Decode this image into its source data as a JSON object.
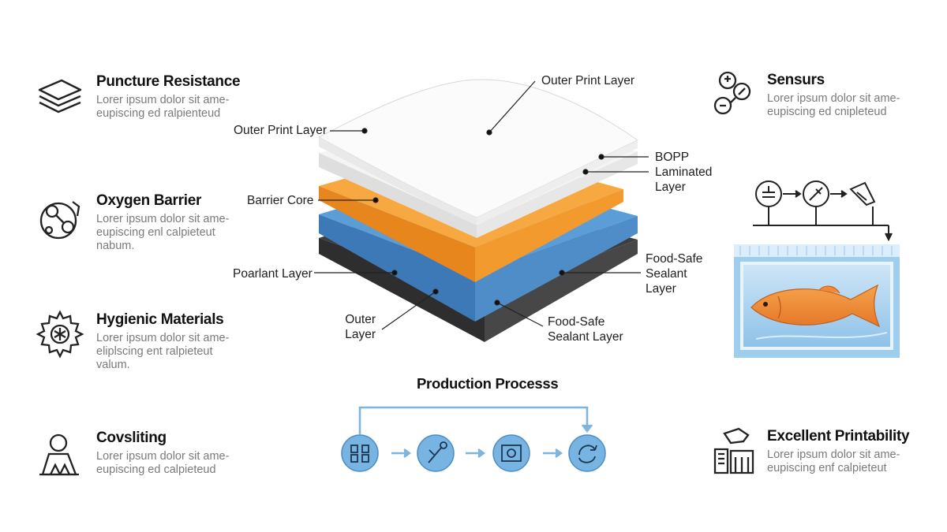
{
  "features_left": [
    {
      "title": "Puncture Resistance",
      "desc": [
        "Lorer ipsum dolor sit ame-",
        "eupiscing ed ralpienteud"
      ],
      "icon": "stacked-sheets-icon"
    },
    {
      "title": "Oxygen Barrier",
      "desc": [
        "Lorer ipsum dolor sit ame-",
        "eupiscing enl calpieteut",
        "nabum."
      ],
      "icon": "oxygen-molecule-icon"
    },
    {
      "title": "Hygienic Materials",
      "desc": [
        "Lorer ipsum dolor sit ame-",
        "eliplscing ent ralpieteut",
        "valum."
      ],
      "icon": "gear-icon"
    },
    {
      "title": "Covsliting",
      "desc": [
        "Lorer ipsum dolor sit ame-",
        "eupiscing ed calpieteud"
      ],
      "icon": "operator-icon"
    }
  ],
  "features_right": [
    {
      "title": "Sensurs",
      "desc": [
        "Lorer ipsum dolor sit ame-",
        "eupiscing ed cnipleteud"
      ],
      "icon": "sensor-link-icon"
    },
    {
      "title": "Excellent Printability",
      "desc": [
        "Lorer ipsum dolor sit ame-",
        "eupiscing enf calpieteut"
      ],
      "icon": "printer-icon"
    }
  ],
  "layer_labels": {
    "outer_print_top": "Outer Print Layer",
    "outer_print_left": "Outer Print Layer",
    "bopp": [
      "BOPP",
      "Laminated",
      "Layer"
    ],
    "barrier_core": "Barrier Core",
    "food_safe_right": [
      "Food-Safe",
      "Sealant",
      "Layer"
    ],
    "poarlant": "Poarlant Layer",
    "outer_layer": [
      "Outer",
      "Layer"
    ],
    "food_safe_bottom": [
      "Food-Safe",
      "Sealant Layer"
    ]
  },
  "production": {
    "title": "Production Processs",
    "steps": [
      "workers-icon",
      "tool-icon",
      "camera-icon",
      "recycle-icon"
    ]
  },
  "colors": {
    "accent_blue": "#5b9bd5",
    "circle_blue": "#6aaee0",
    "orange": "#f39a2e",
    "foam_blue": "#4f8dc9",
    "dark": "#3b3b3b"
  }
}
